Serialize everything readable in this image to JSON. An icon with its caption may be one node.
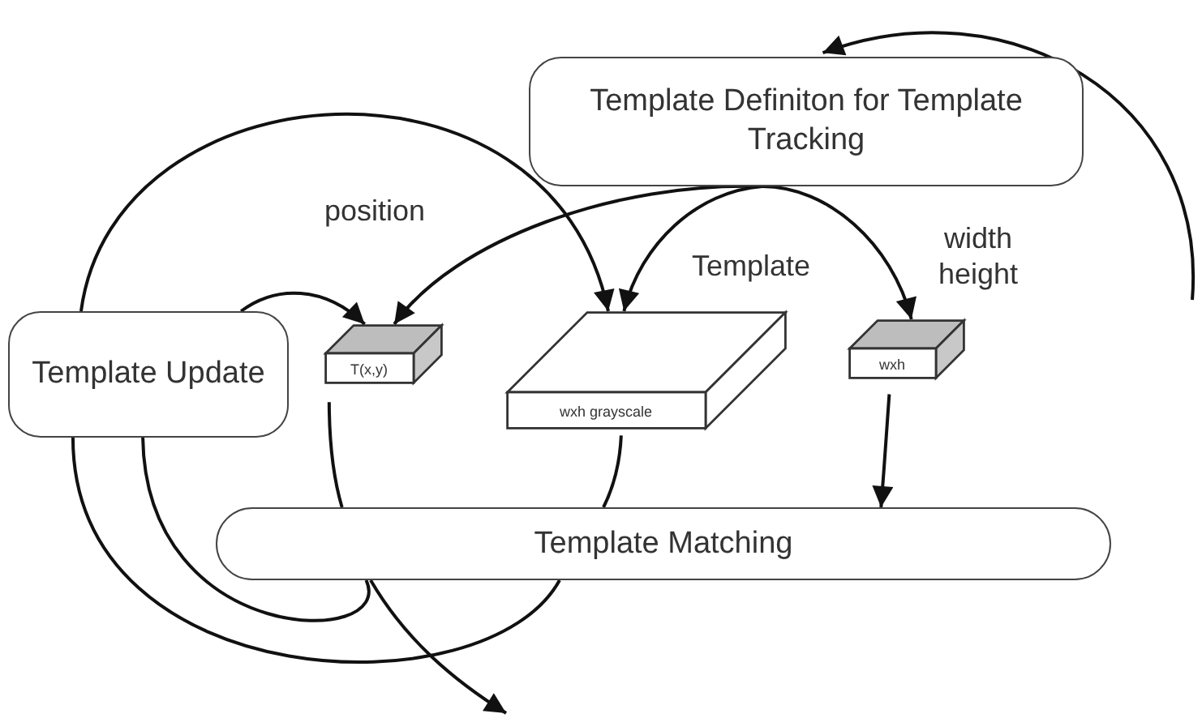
{
  "diagram": {
    "nodes": [
      {
        "text": [
          "Template Definiton for Template Tracking"
        ]
      },
      {
        "text": [
          "Template Update"
        ]
      },
      {
        "text": [
          "T(x,y)"
        ],
        "beside": [
          "position"
        ]
      },
      {
        "text": [
          "wxh grayscale"
        ],
        "beside": [
          "Template"
        ]
      },
      {
        "text": [
          "wxh"
        ],
        "beside": [
          "width height"
        ]
      },
      {
        "text": [
          "Template Matching"
        ]
      }
    ],
    "edges": [
      {
        "from": 0,
        "to": 2,
        "arrow": "to"
      },
      {
        "from": 0,
        "to": 3,
        "arrow": "to"
      },
      {
        "from": 0,
        "to": 4,
        "arrow": "to"
      },
      {
        "from": 1,
        "to": 2,
        "arrow": "to"
      },
      {
        "from": 1,
        "to": 3,
        "arrow": "to"
      },
      {
        "from": 4,
        "to": 5,
        "arrow": "to"
      },
      {
        "from": 2,
        "to": 5,
        "arrow": "none"
      },
      {
        "from": 3,
        "to": 5,
        "arrow": "none"
      },
      {
        "from": 5,
        "to": 1,
        "arrow": "none"
      },
      {
        "from": 5,
        "to": 1,
        "arrow": "none"
      },
      {
        "from": 5,
        "to": null,
        "arrow": "to"
      },
      {
        "from": null,
        "to": 0,
        "arrow": "to"
      }
    ]
  }
}
